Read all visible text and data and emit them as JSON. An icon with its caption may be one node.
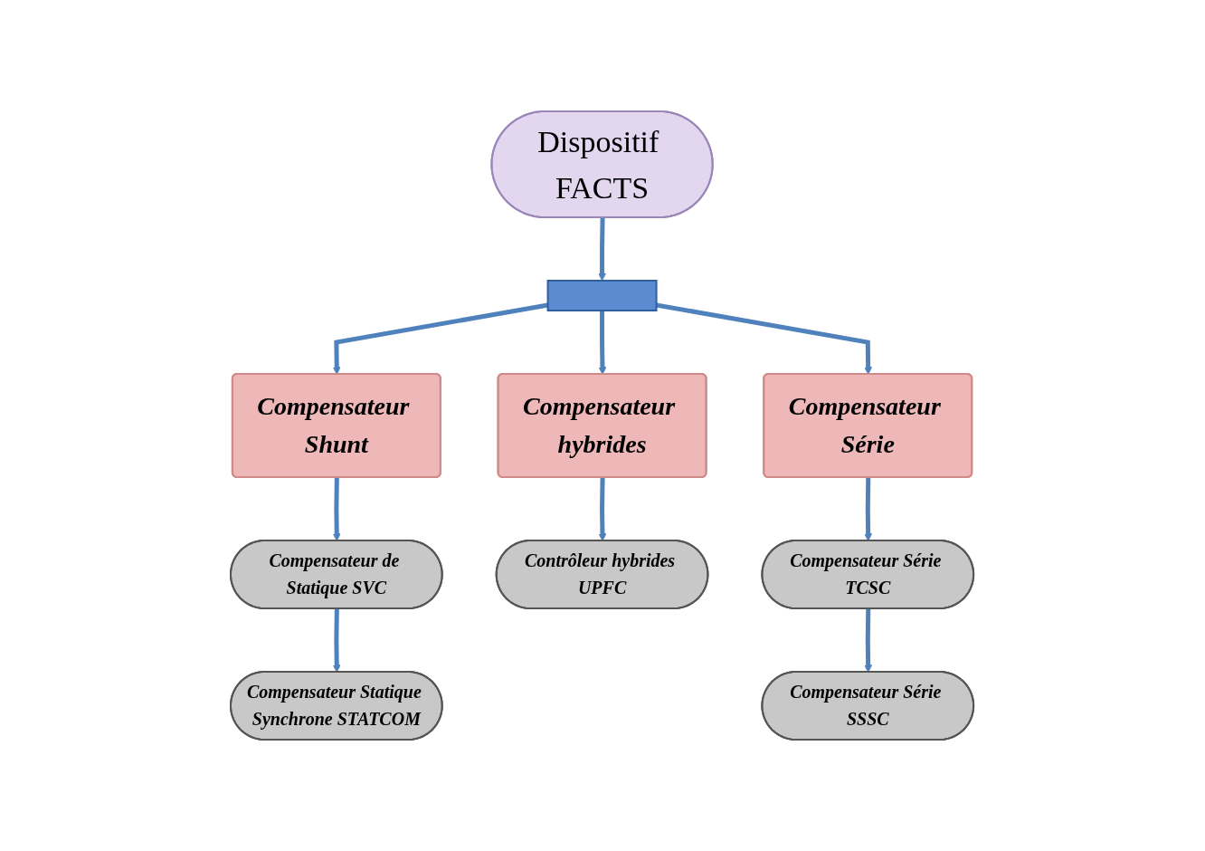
{
  "diagram": {
    "nodes": [
      {
        "text": [
          "Dispositif FACTS"
        ]
      },
      {
        "text": [],
        "shape": "bar"
      },
      {
        "text": [
          "Compensateur Shunt"
        ]
      },
      {
        "text": [
          "Compensateur hybrides"
        ]
      },
      {
        "text": [
          "Compensateur Série"
        ]
      },
      {
        "text": [
          "Compensateur de Statique SVC"
        ]
      },
      {
        "text": [
          "Contrôleur hybrides UPFC"
        ]
      },
      {
        "text": [
          "Compensateur Série TCSC"
        ]
      },
      {
        "text": [
          "Compensateur Statique Synchrone STATCOM"
        ]
      },
      {
        "text": [
          "Compensateur Série SSSC"
        ]
      }
    ],
    "edges": [
      {
        "from": 0,
        "to": 1,
        "arrow": "to"
      },
      {
        "from": 1,
        "to": 2,
        "arrow": "to"
      },
      {
        "from": 1,
        "to": 3,
        "arrow": "to"
      },
      {
        "from": 1,
        "to": 4,
        "arrow": "to"
      },
      {
        "from": 2,
        "to": 5,
        "arrow": "to"
      },
      {
        "from": 3,
        "to": 6,
        "arrow": "to"
      },
      {
        "from": 4,
        "to": 7,
        "arrow": "to"
      },
      {
        "from": 5,
        "to": 8,
        "arrow": "to"
      },
      {
        "from": 7,
        "to": 9,
        "arrow": "to"
      }
    ]
  }
}
